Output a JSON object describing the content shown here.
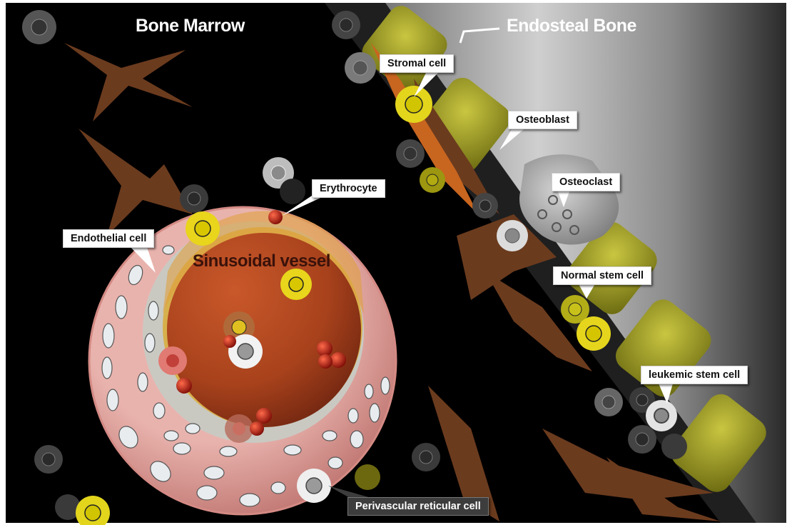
{
  "regions": {
    "bone_marrow": "Bone Marrow",
    "endosteal_bone": "Endosteal Bone"
  },
  "labels": {
    "stromal_cell": "Stromal cell",
    "osteoblast": "Osteoblast",
    "osteoclast": "Osteoclast",
    "erythrocyte": "Erythrocyte",
    "endothelial_cell": "Endothelial cell",
    "sinusoidal_vessel": "Sinusoidal vessel",
    "normal_stem_cell": "Normal stem cell",
    "leukemic_stem_cell": "leukemic stem cell",
    "perivascular_reticular_cell": "Perivascular reticular cell"
  },
  "colors": {
    "background": "#000000",
    "stem_cell": "#e2d51c",
    "osteoblast": "#a6a32a",
    "stromal_cell": "#6b3b1e",
    "vessel_lumen": "#a8421c",
    "vessel_wall": "#e9b3ad",
    "erythrocyte": "#b01a10"
  }
}
